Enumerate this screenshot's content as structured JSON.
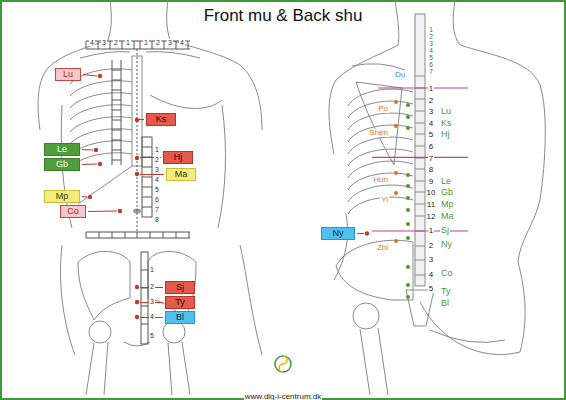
{
  "diagram": {
    "title": "Front mu & Back shu",
    "nodes": [
      {
        "text": [
          "Lu"
        ]
      },
      {
        "text": [
          "Ks"
        ]
      },
      {
        "text": [
          "Le"
        ]
      },
      {
        "text": [
          "Gb"
        ]
      },
      {
        "text": [
          "Hj"
        ]
      },
      {
        "text": [
          "Ma"
        ]
      },
      {
        "text": [
          "Mp"
        ]
      },
      {
        "text": [
          "Co"
        ]
      },
      {
        "text": [
          "Sj"
        ]
      },
      {
        "text": [
          "Ty"
        ]
      },
      {
        "text": [
          "Bl"
        ]
      },
      {
        "text": [
          "Ny"
        ]
      }
    ],
    "labels": [
      "4",
      "3",
      "2",
      "1",
      "1",
      "2",
      "3",
      "4",
      "1",
      "2",
      "3",
      "4",
      "5",
      "6",
      "7",
      "8",
      "1",
      "2",
      "3",
      "4",
      "5",
      "1",
      "2",
      "3",
      "4",
      "5",
      "6",
      "7",
      "1",
      "2",
      "3",
      "4",
      "5",
      "6",
      "7",
      "8",
      "9",
      "10",
      "11",
      "12",
      "1",
      "2",
      "3",
      "4",
      "5",
      "Du",
      "Po",
      "Shen",
      "Hun",
      "Yi",
      "Zhi",
      "Lu",
      "Ks",
      "Hj",
      "Le",
      "Gb",
      "Mp",
      "Ma",
      "Sj",
      "Ny",
      "Co",
      "Ty",
      "Bl",
      "www.dig-i-centrum.dk"
    ]
  }
}
